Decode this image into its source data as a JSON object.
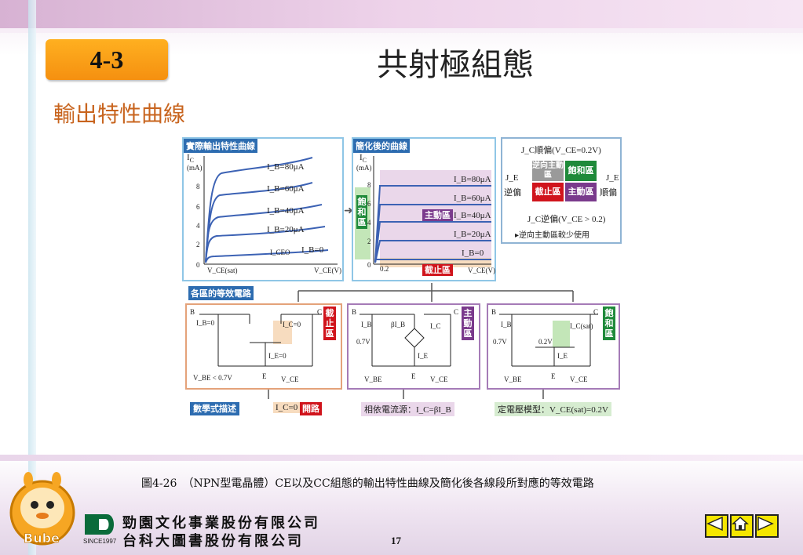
{
  "header": {
    "section": "4-3",
    "title": "共射極組態",
    "subtitle": "輸出特性曲線"
  },
  "figure": {
    "panel_actual": {
      "title": "實際輸出特性曲線",
      "y_axis": "I",
      "y_sub": "C",
      "y_unit": "(mA)",
      "ticks": [
        "8",
        "6",
        "4",
        "2",
        "0"
      ],
      "curves": [
        "I_B=80μA",
        "I_B=60μA",
        "I_B=40μA",
        "I_B=20μA"
      ],
      "iceo": "I_CEO",
      "ib0": "I_B=0",
      "vce_sat": "V_CE(sat)",
      "x_axis": "V_CE(V)"
    },
    "panel_simplified": {
      "title": "簡化後的曲線",
      "y_axis": "I",
      "y_sub": "C",
      "y_unit": "(mA)",
      "ticks": [
        "8",
        "6",
        "4",
        "2",
        "0"
      ],
      "x_tick": "0.2",
      "curves": [
        "I_B=80μA",
        "I_B=60μA",
        "I_B=40μA",
        "I_B=20μA",
        "I_B=0"
      ],
      "saturation": "飽和區",
      "active": "主動區",
      "cutoff": "截止區",
      "x_axis": "V_CE(V)"
    },
    "panel_bias": {
      "top": "J_C順偏(V_CE=0.2V)",
      "je": "J_E",
      "reverse_bias": "逆偏",
      "forward_bias": "順偏",
      "reverse_active": "逆向主動區",
      "sat": "飽和區",
      "cut": "截止區",
      "act": "主動區",
      "bottom": "J_C逆偏(V_CE > 0.2)",
      "note": "▸逆向主動區較少使用"
    },
    "equiv": {
      "title": "各區的等效電路",
      "math": "數學式描述",
      "cutoff": {
        "label": "截止區",
        "b": "B",
        "c": "C",
        "ib": "I_B=0",
        "ic": "I_C=0",
        "ie": "I_E=0",
        "vbe": "V_BE < 0.7V",
        "e": "E",
        "vce": "V_CE"
      },
      "active": {
        "label": "主動區",
        "b": "B",
        "c": "C",
        "ib": "I_B",
        "bib": "βI_B",
        "ic": "I_C",
        "v07": "0.7V",
        "ie": "I_E",
        "vbe": "V_BE",
        "e": "E",
        "vce": "V_CE"
      },
      "saturation": {
        "label": "飽和區",
        "b": "B",
        "c": "C",
        "ib": "I_B",
        "ic": "I_C(sat)",
        "v07": "0.7V",
        "v02": "0.2V",
        "ie": "I_E",
        "vbe": "V_BE",
        "e": "E",
        "vce": "V_CE"
      },
      "desc_cutoff_ic": "I_C=0",
      "desc_cutoff_open": "開路",
      "desc_active": "相依電流源：I_C=βI_B",
      "desc_sat": "定電壓模型：V_CE(sat)=0.2V"
    }
  },
  "caption": "圖4-26　（NPN型電晶體）CE以及CC組態的輸出特性曲線及簡化後各線段所對應的等效電路",
  "footer": {
    "publisher1": "勁園文化事業股份有限公司",
    "publisher2": "台科大圖書股份有限公司",
    "since": "SINCE1997",
    "mascot": "Bube",
    "page": "17"
  },
  "colors": {
    "accent_orange": "#f59a1a",
    "subtitle": "#c8641e",
    "title_blue": "#2d6cb0",
    "red": "#d0141c",
    "purple": "#7a3a8c",
    "green": "#1f8a3a"
  }
}
